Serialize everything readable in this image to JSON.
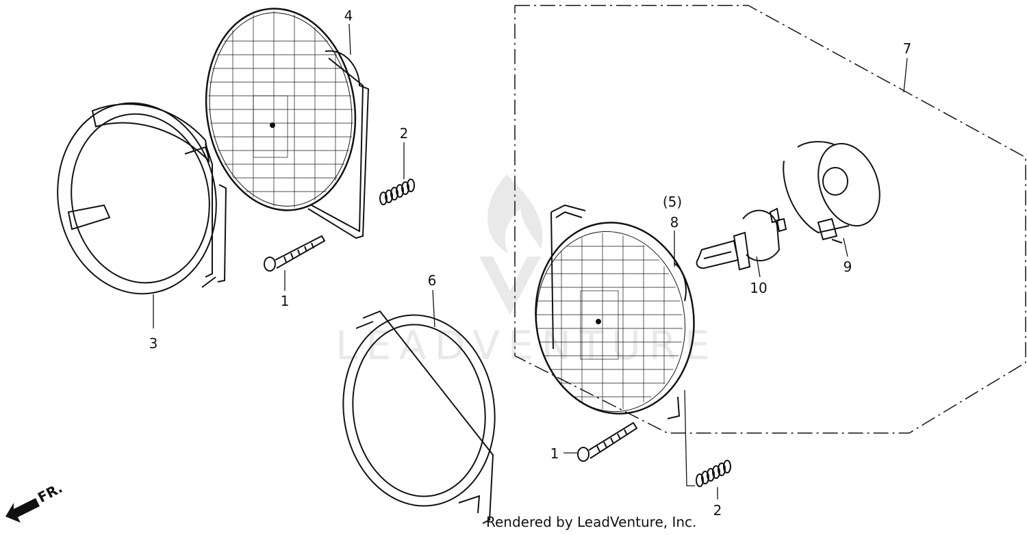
{
  "diagram": {
    "callouts": {
      "p1_left": "1",
      "p1_right": "1",
      "p2_left": "2",
      "p2_right": "2",
      "p3": "3",
      "p4": "4",
      "p5": "(5)",
      "p6": "6",
      "p7": "7",
      "p8": "8",
      "p9": "9",
      "p10": "10"
    },
    "front_marker": "FR.",
    "credit": "Rendered by LeadVenture, Inc.",
    "watermark": "LEADVENTURE",
    "colors": {
      "line": "#111111",
      "watermark": "#e9e9e9",
      "background": "#ffffff"
    }
  }
}
